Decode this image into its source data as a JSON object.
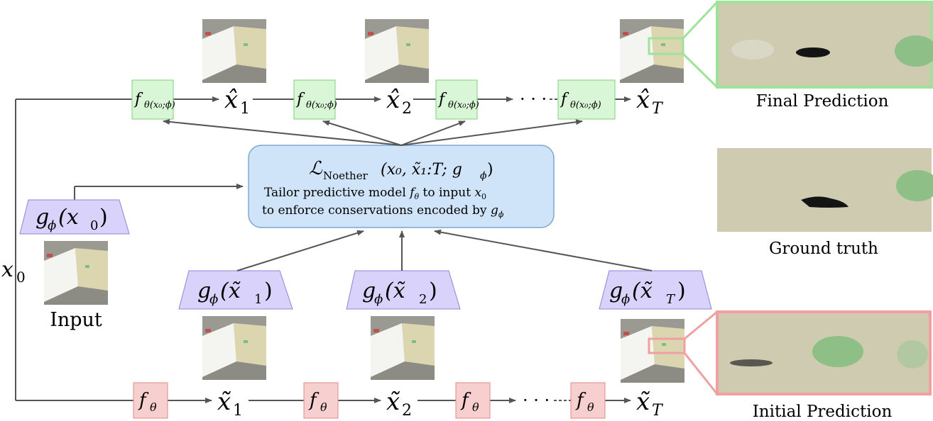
{
  "top_chain": {
    "f_label": "f",
    "f_sub": "θ(x₀;ϕ)",
    "x1": "x̂",
    "x1_sub": "1",
    "x2": "x̂",
    "x2_sub": "2",
    "xT": "x̂",
    "xT_sub": "T",
    "ellipsis": "· · ·"
  },
  "bottom_chain": {
    "f_label": "f",
    "f_sub": "θ",
    "x1": "x̃",
    "x1_sub": "1",
    "x2": "x̃",
    "x2_sub": "2",
    "xT": "x̃",
    "xT_sub": "T",
    "ellipsis": "· · ·"
  },
  "loss_box": {
    "title_L": "ℒ",
    "title_sub": "Noether",
    "title_args": "(x₀, x̃₁:T; g",
    "title_args_sub": "ϕ",
    "title_close": ")",
    "line1_a": "Tailor predictive model ",
    "line1_f": "f",
    "line1_f_sub": "θ",
    "line1_b": " to input ",
    "line1_x": "x",
    "line1_x_sub": "0",
    "line2_a": "to enforce conservations encoded by ",
    "line2_g": "g",
    "line2_g_sub": "ϕ"
  },
  "g_input": {
    "g": "g",
    "sub": "ϕ",
    "arg": "(x",
    "arg_sub": "0",
    "close": ")"
  },
  "g_nodes": [
    {
      "g": "g",
      "sub": "ϕ",
      "arg": "(x̃",
      "arg_sub": "1",
      "close": ")"
    },
    {
      "g": "g",
      "sub": "ϕ",
      "arg": "(x̃",
      "arg_sub": "2",
      "close": ")"
    },
    {
      "g": "g",
      "sub": "ϕ",
      "arg": "(x̃",
      "arg_sub": "T",
      "close": ")"
    }
  ],
  "x0_label": "x",
  "x0_sub": "0",
  "input_caption": "Input",
  "captions": {
    "final": "Final Prediction",
    "ground_truth": "Ground truth",
    "initial": "Initial Prediction"
  },
  "colors": {
    "green_fill": "#d9f7d6",
    "green_stroke": "#7fcf7a",
    "red_fill": "#f7cfcf",
    "red_stroke": "#e08a8a",
    "purple_fill": "#d9d2fb",
    "purple_stroke": "#8f84d6",
    "blue_fill": "#cfe4f9",
    "blue_stroke": "#7fa6cf",
    "arrow": "#555555",
    "zoom_green": "#9ee39a",
    "zoom_red": "#f0a0a0"
  }
}
